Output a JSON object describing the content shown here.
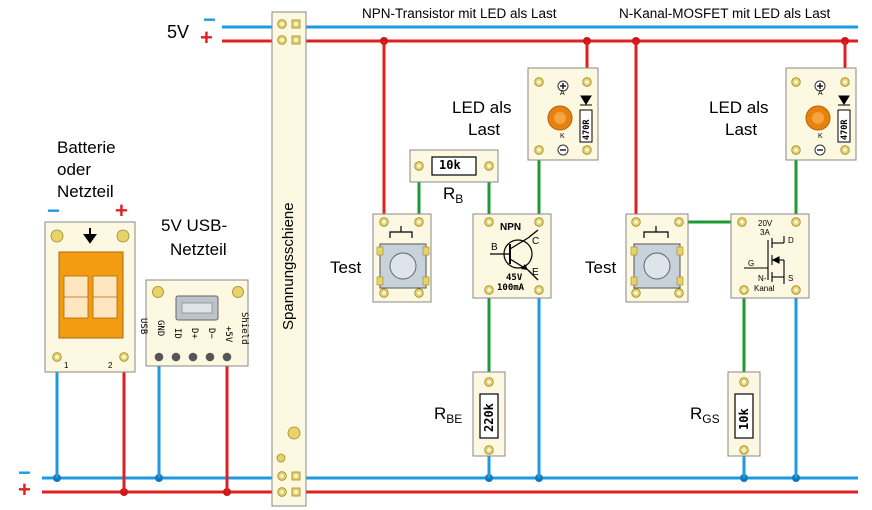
{
  "rails": {
    "top_voltage": "5V",
    "top_plus": "+",
    "top_minus": "−",
    "bottom_plus": "+",
    "bottom_minus": "−"
  },
  "headings": {
    "npn_circuit": "NPN-Transistor mit LED als Last",
    "mosfet_circuit": "N-Kanal-MOSFET mit LED als Last"
  },
  "battery": {
    "title_line1": "Batterie",
    "title_line2": "oder",
    "title_line3": "Netzteil",
    "minus": "−",
    "plus": "+",
    "pin1": "1",
    "pin2": "2"
  },
  "usb": {
    "title_line1": "5V USB-",
    "title_line2": "Netzteil",
    "pins": [
      "USB",
      "GND",
      "ID",
      "D+",
      "D−",
      "+5V",
      "Shield"
    ]
  },
  "bus": {
    "label": "Spannungsschiene"
  },
  "npn": {
    "led_label_line1": "LED als",
    "led_label_line2": "Last",
    "led_res": "470R",
    "led_a": "A",
    "led_k": "K",
    "rb_value": "10k",
    "rb_label": "R",
    "rb_sub": "B",
    "test_label": "Test",
    "transistor_name": "NPN",
    "pin_b": "B",
    "pin_c": "C",
    "pin_e": "E",
    "rating_v": "45V",
    "rating_i": "100mA",
    "rbe_value": "220k",
    "rbe_label": "R",
    "rbe_sub": "BE"
  },
  "mosfet": {
    "led_label_line1": "LED als",
    "led_label_line2": "Last",
    "led_res": "470R",
    "led_a": "A",
    "led_k": "K",
    "test_label": "Test",
    "rating_v": "20V",
    "rating_i": "3A",
    "pin_d": "D",
    "pin_g": "G",
    "pin_s": "S",
    "type_line1": "N-",
    "type_line2": "Kanal",
    "rgs_value": "10k",
    "rgs_label": "R",
    "rgs_sub": "GS"
  },
  "colors": {
    "rail_red": "#e0201f",
    "rail_blue": "#1e9be0",
    "wire_green": "#1f9a32",
    "board_fill": "#fdf8e2",
    "pad_yellow": "#e8d36a",
    "led_orange": "#e8820e",
    "psu_orange": "#f39c12"
  }
}
